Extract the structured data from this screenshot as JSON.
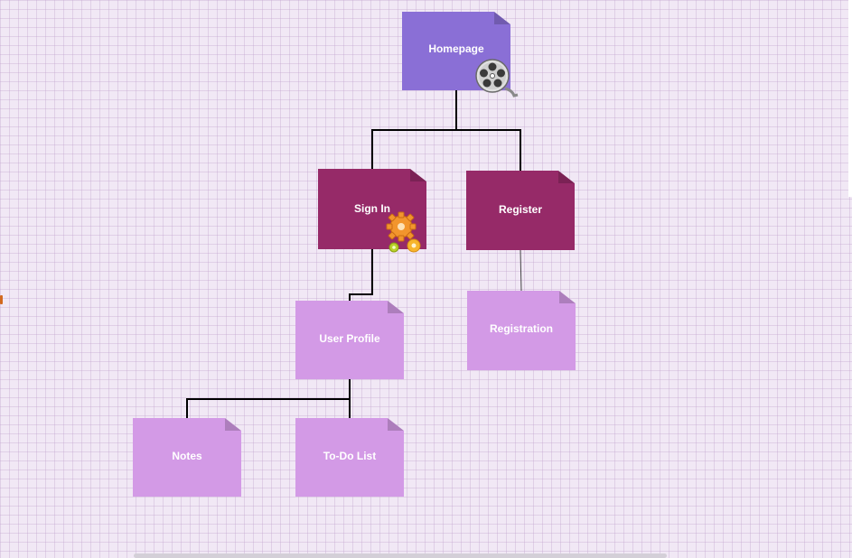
{
  "diagram": {
    "nodes": {
      "homepage": {
        "label": "Homepage",
        "color": "#8a6fd6"
      },
      "sign_in": {
        "label": "Sign In",
        "color": "#962a68"
      },
      "register": {
        "label": "Register",
        "color": "#962a68"
      },
      "user_profile": {
        "label": "User Profile",
        "color": "#d39ae6"
      },
      "registration": {
        "label": "Registration",
        "color": "#d39ae6"
      },
      "notes": {
        "label": "Notes",
        "color": "#d39ae6"
      },
      "todo_list": {
        "label": "To-Do List",
        "color": "#d39ae6"
      }
    },
    "edges": [
      {
        "from": "Homepage",
        "to": "Sign In"
      },
      {
        "from": "Homepage",
        "to": "Register"
      },
      {
        "from": "Sign In",
        "to": "User Profile"
      },
      {
        "from": "Register",
        "to": "Registration"
      },
      {
        "from": "User Profile",
        "to": "Notes"
      },
      {
        "from": "User Profile",
        "to": "To-Do List"
      }
    ],
    "icons": {
      "homepage": "film-reel-icon",
      "sign_in": "gears-icon"
    },
    "background_color": "#f1e8f5",
    "connector_color": "#000000"
  }
}
